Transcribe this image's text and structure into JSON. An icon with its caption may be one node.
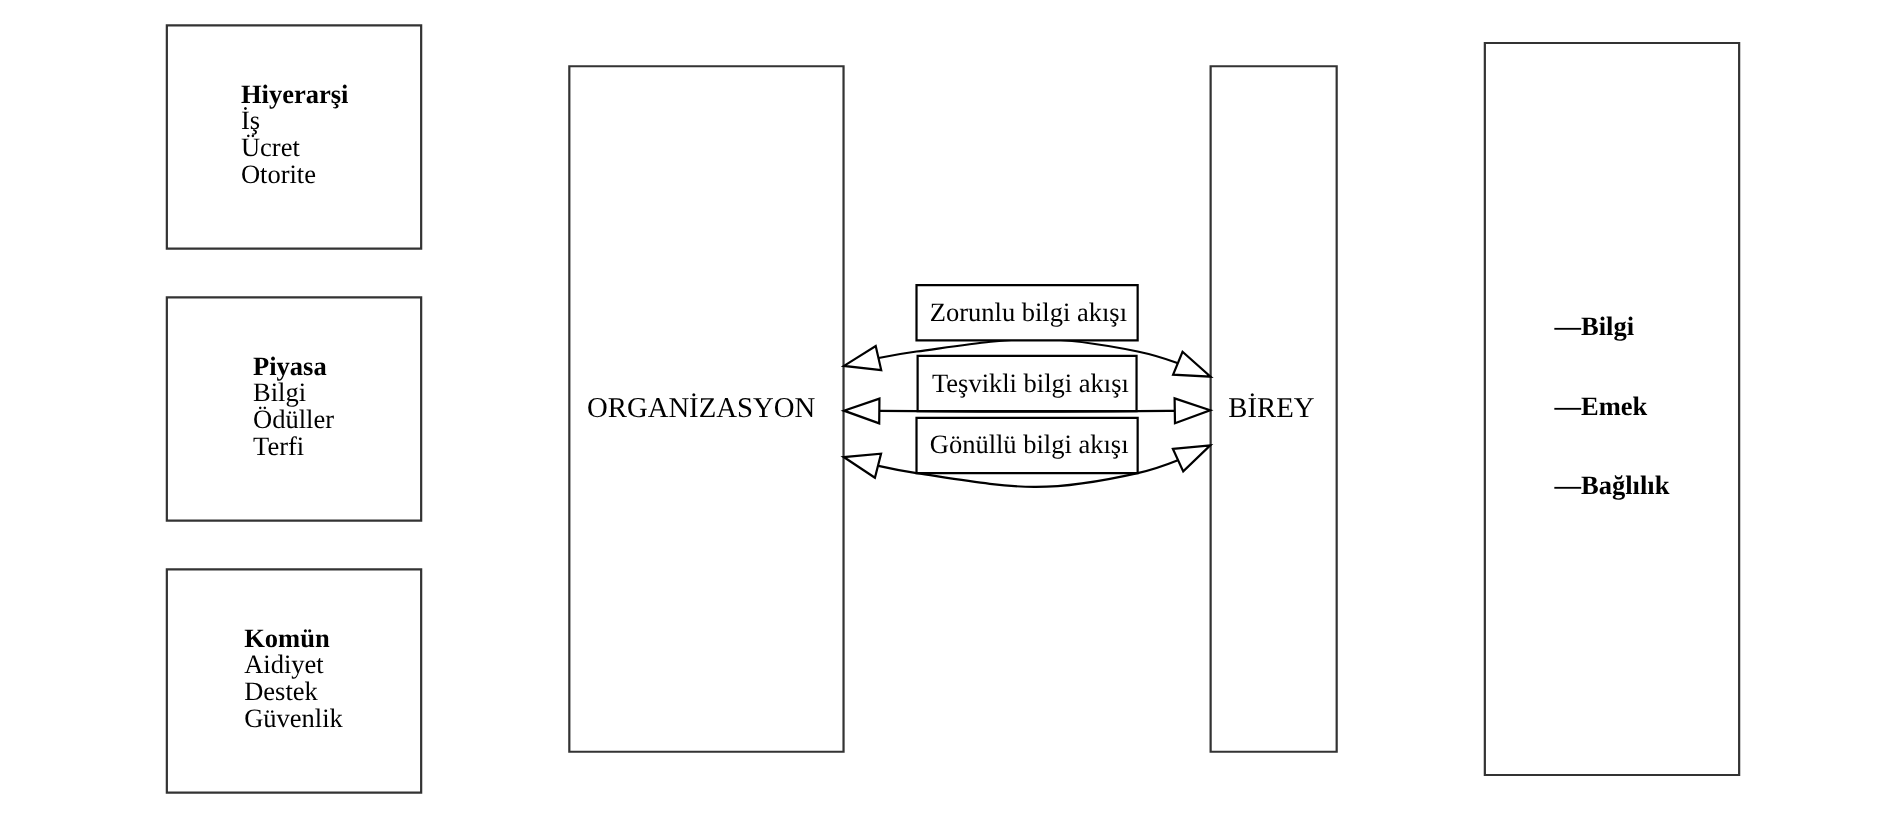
{
  "diagram": {
    "nodes": [
      {
        "text": [
          "Hiyerarşi",
          "İş",
          "Ücret",
          "Otorite"
        ]
      },
      {
        "text": [
          "Piyasa",
          "Bilgi",
          "Ödüller",
          "Terfi"
        ]
      },
      {
        "text": [
          "Komün",
          "Aidiyet",
          "Destek",
          "Güvenlik"
        ]
      },
      {
        "text": [
          "ORGANİZASYON"
        ]
      },
      {
        "text": [
          "BİREY"
        ]
      },
      {
        "text": [
          "—Bilgi",
          "—Emek",
          "—Bağlılık"
        ]
      }
    ],
    "edges": [
      {
        "from": 3,
        "to": 4,
        "arrow": "both",
        "label": "Zorunlu bilgi akışı"
      },
      {
        "from": 3,
        "to": 4,
        "arrow": "both",
        "label": "Teşvikli bilgi akışı"
      },
      {
        "from": 3,
        "to": 4,
        "arrow": "both",
        "label": "Gönüllü bilgi akışı"
      }
    ]
  }
}
